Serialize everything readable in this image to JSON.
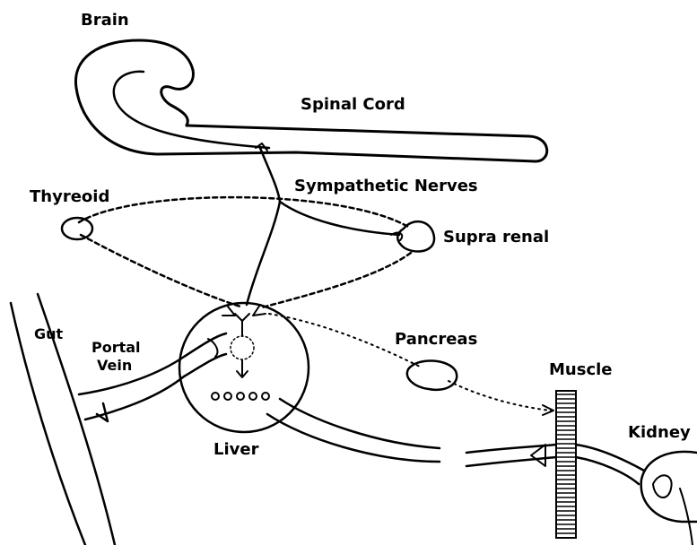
{
  "labels": {
    "brain": "Brain",
    "spinal_cord": "Spinal Cord",
    "sympathetic_nerves": "Sympathetic Nerves",
    "thyreoid": "Thyreoid",
    "suprarenal": "Supra renal",
    "gut": "Gut",
    "portal_vein_line1": "Portal",
    "portal_vein_line2": "Vein",
    "pancreas": "Pancreas",
    "muscle": "Muscle",
    "liver": "Liver",
    "kidney": "Kidney"
  },
  "colors": {
    "ink": "#000000",
    "background": "#ffffff"
  }
}
